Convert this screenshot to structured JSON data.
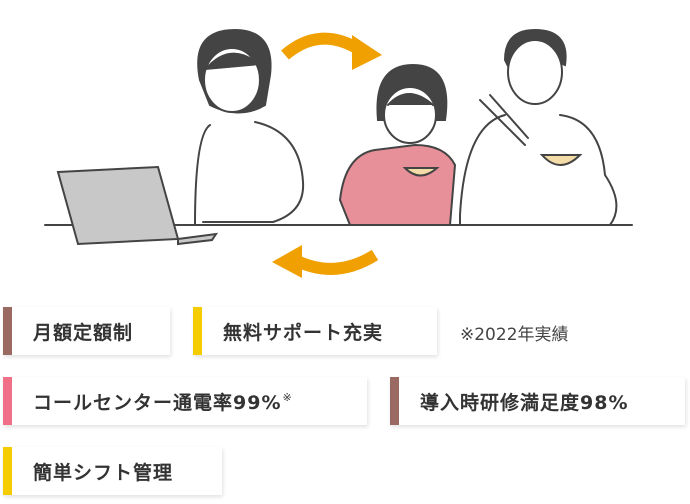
{
  "illustration": {
    "description_icon": "family-dining-remote-work-illustration",
    "arrow_color": "#f0a000"
  },
  "features": [
    {
      "label": "月額定額制",
      "color": "#9a6a62"
    },
    {
      "label": "無料サポート充実",
      "color": "#f5cc00"
    },
    {
      "label": "コールセンター通電率99%",
      "sup": "※",
      "color": "#f0708a"
    },
    {
      "label": "導入時研修満足度98%",
      "color": "#9a6a62"
    },
    {
      "label": "簡単シフト管理",
      "color": "#f5cc00"
    }
  ],
  "note": "※2022年実績"
}
